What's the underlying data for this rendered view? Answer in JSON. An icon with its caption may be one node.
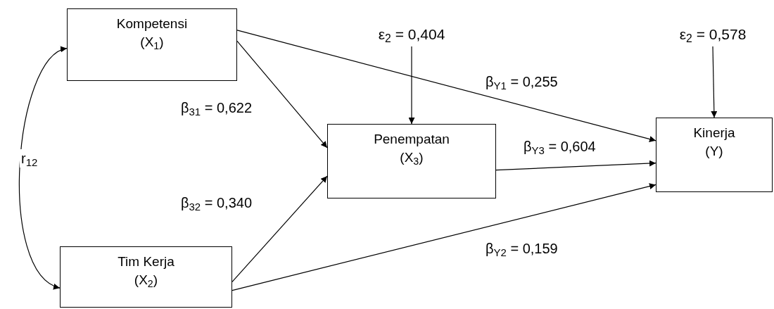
{
  "diagram": {
    "nodes": [
      {
        "text": [
          "Kompetensi",
          "(X$_{1}$)"
        ]
      },
      {
        "text": [
          "Tim Kerja",
          "(X$_{2}$)"
        ]
      },
      {
        "text": [
          "Penempatan",
          "(X$_{3}$)"
        ]
      },
      {
        "text": [
          "Kinerja",
          "(Y)"
        ]
      },
      {
        "text": [
          "ε$_{2}$ = 0,404"
        ]
      },
      {
        "text": [
          "ε$_{2}$ = 0,578"
        ]
      }
    ],
    "edges": [
      {
        "from": 0,
        "to": 2,
        "arrow": "to",
        "label": "β$_{31}$ = 0,622"
      },
      {
        "from": 1,
        "to": 2,
        "arrow": "to",
        "label": "β$_{32}$ = 0,340"
      },
      {
        "from": 0,
        "to": 3,
        "arrow": "to",
        "label": "β$_{Y1}$ = 0,255"
      },
      {
        "from": 2,
        "to": 3,
        "arrow": "to",
        "label": "β$_{Y3}$ = 0,604"
      },
      {
        "from": 1,
        "to": 3,
        "arrow": "to",
        "label": "β$_{Y2}$ = 0,159"
      },
      {
        "from": 4,
        "to": 2,
        "arrow": "to"
      },
      {
        "from": 5,
        "to": 3,
        "arrow": "to"
      },
      {
        "from": 0,
        "to": 1,
        "arrow": "both",
        "label": "r$_{12}$"
      }
    ]
  }
}
